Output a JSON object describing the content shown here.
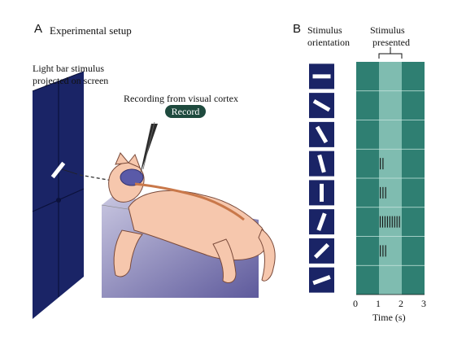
{
  "panel_a": {
    "letter": "A",
    "title": "Experimental setup",
    "stimulus_note_line1": "Light bar stimulus",
    "stimulus_note_line2": "projected on screen",
    "recording_note": "Recording from visual cortex",
    "record_badge": "Record"
  },
  "panel_b": {
    "letter": "B",
    "orientation_header_line1": "Stimulus",
    "orientation_header_line2": "orientation",
    "presented_header_line1": "Stimulus",
    "presented_header_line2": "presented",
    "x_ticks": [
      "0",
      "1",
      "2",
      "3"
    ],
    "x_label": "Time (s)",
    "orientations_deg": [
      0,
      30,
      60,
      75,
      90,
      110,
      135,
      160
    ],
    "spike_counts": [
      0,
      0,
      0,
      2,
      3,
      9,
      3,
      0
    ]
  },
  "colors": {
    "screen": "#1a2466",
    "raster_bg": "#2f7f72",
    "stimulus_window": "#7fbcb0",
    "cat_fur": "#f6c7ad",
    "badge": "#1e4a3e"
  }
}
